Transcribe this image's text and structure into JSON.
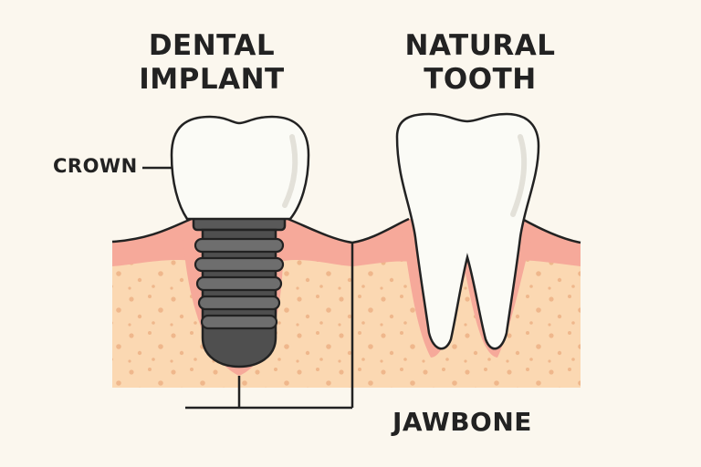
{
  "titles": {
    "implant": [
      "DENTAL",
      "IMPLANT"
    ],
    "natural": [
      "NATURAL",
      "TOOTH"
    ]
  },
  "labels": {
    "crown": "CROWN",
    "jawbone": "JAWBONE"
  },
  "colors": {
    "background": "#fbf7ee",
    "bone": "#fbd8b2",
    "bone_speckle": "#efb78c",
    "gum": "#f6a99a",
    "tooth": "#fbfbf6",
    "implant_screw": "#5d5d5d",
    "outline": "#222222"
  }
}
